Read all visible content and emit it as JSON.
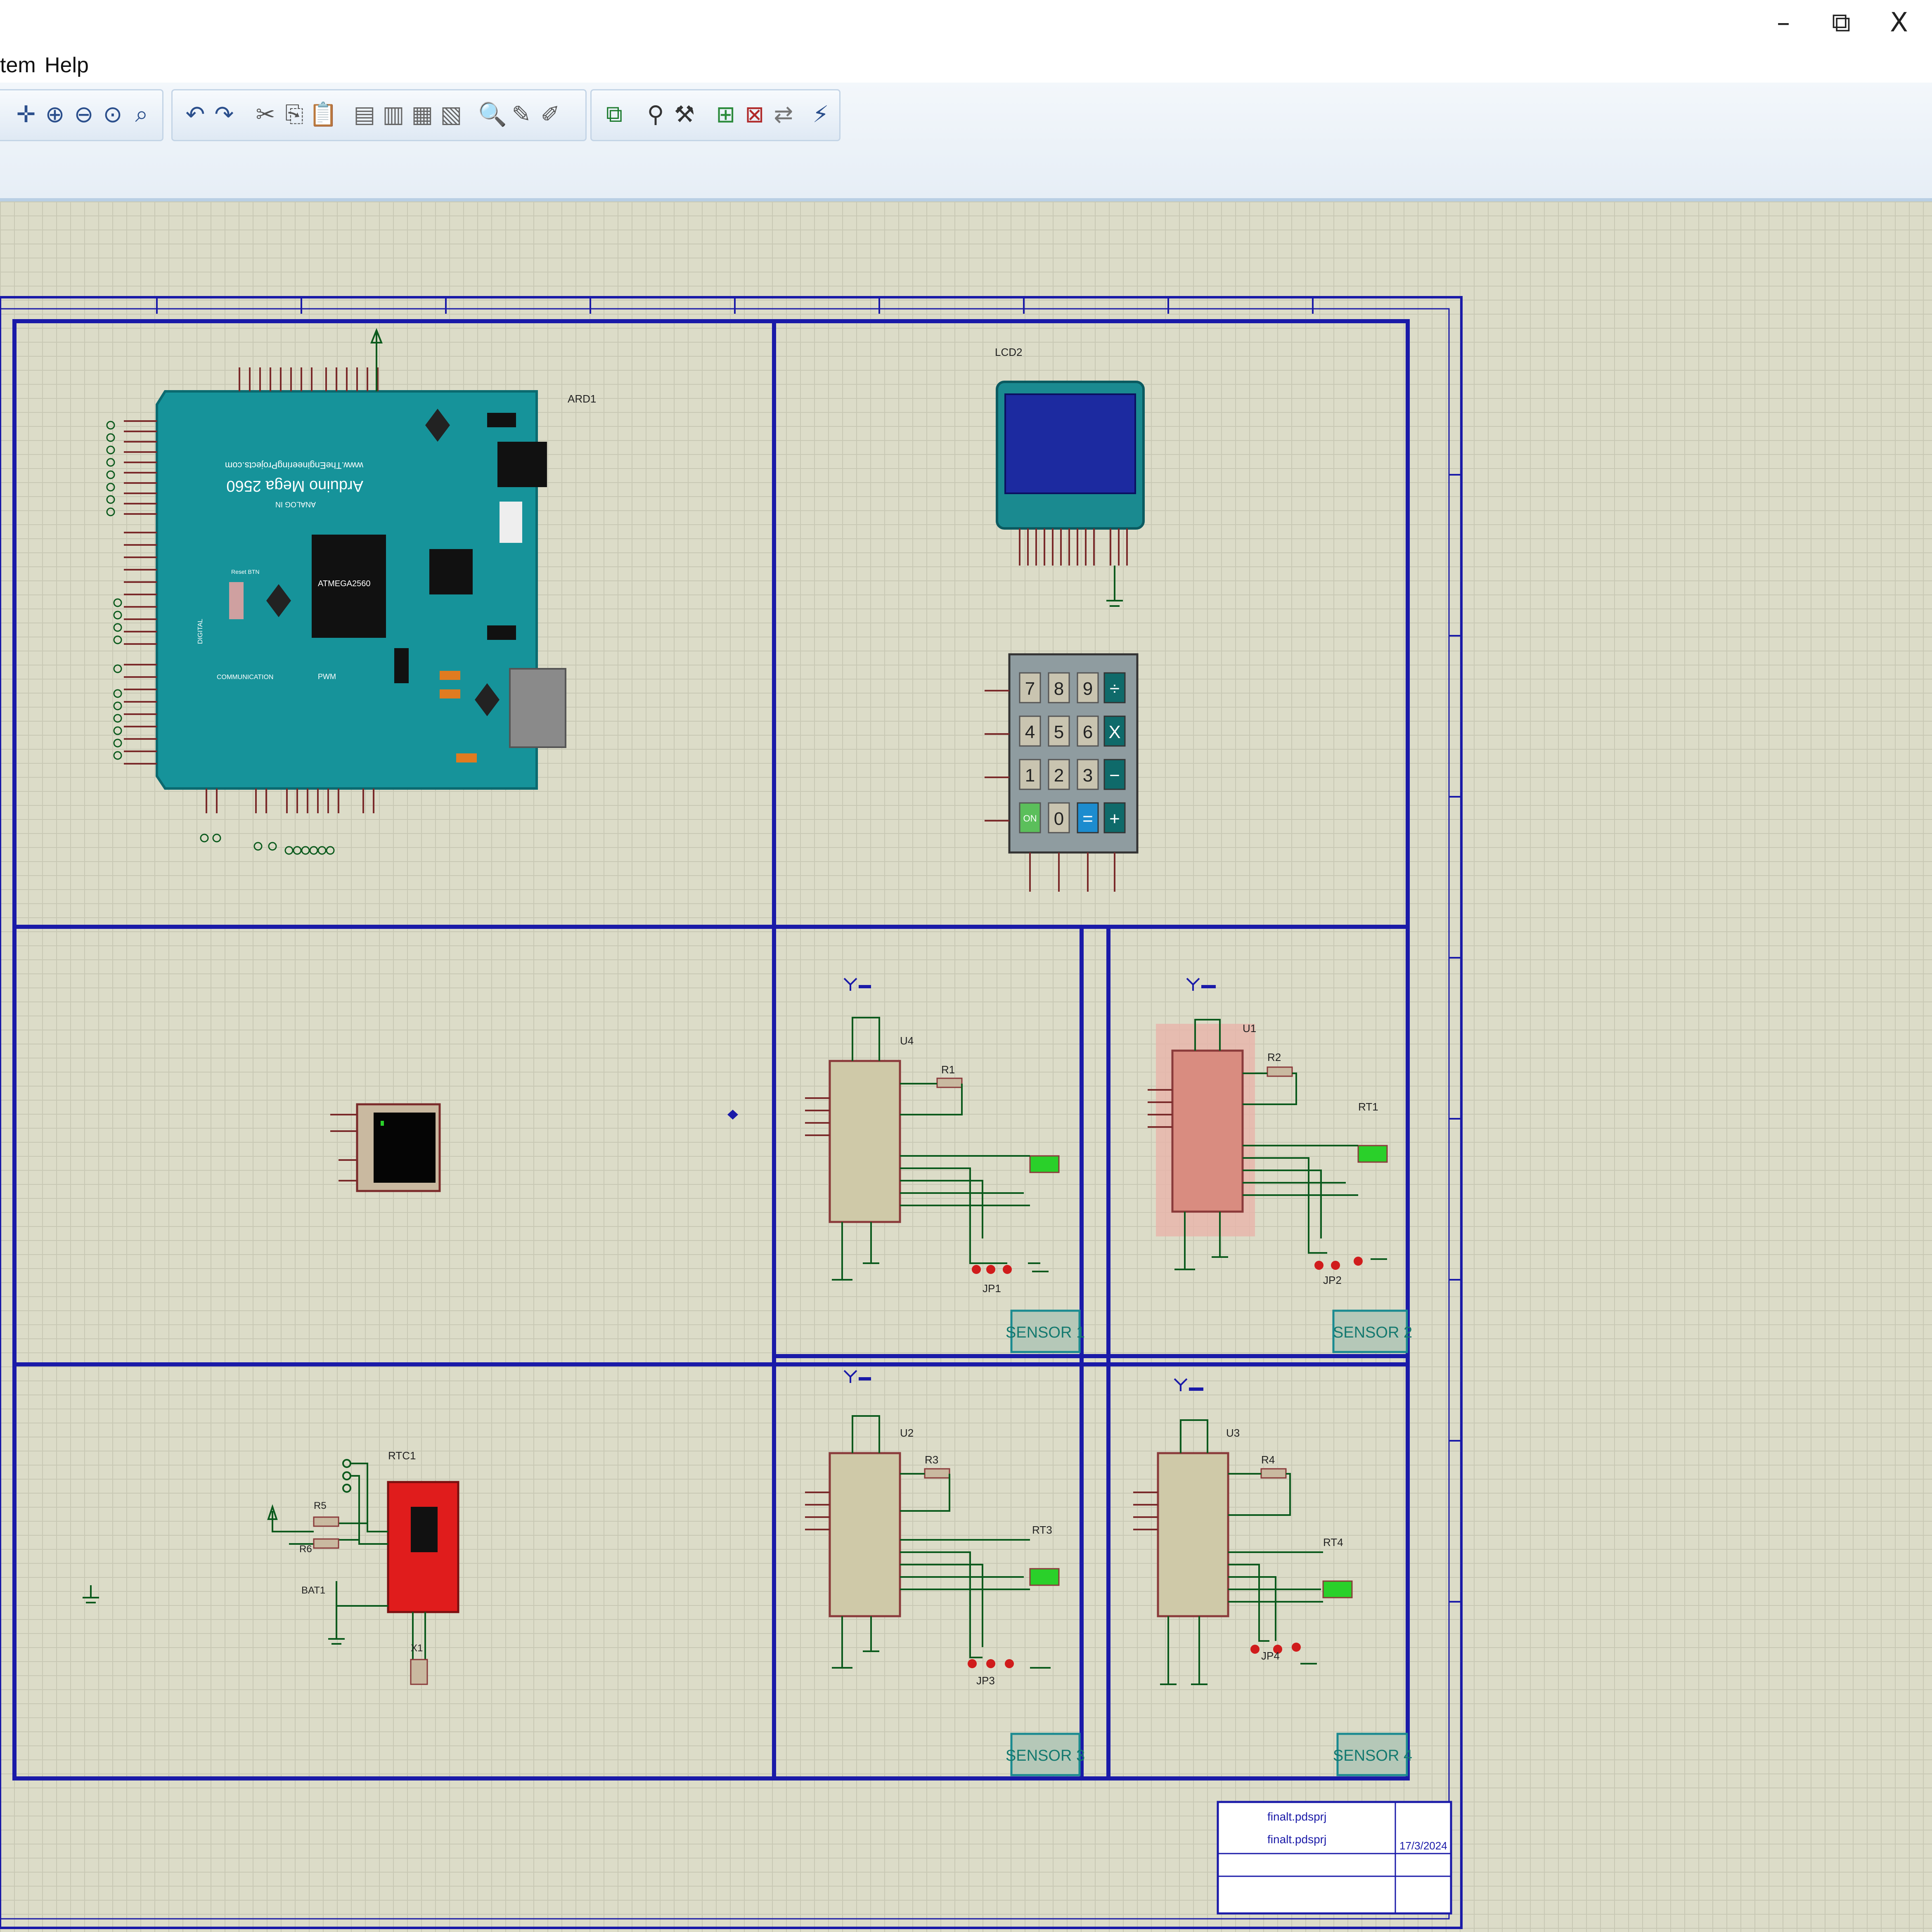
{
  "window": {
    "minimize": "–",
    "restore": "⧉",
    "close": "X"
  },
  "menu": {
    "items": [
      "tem",
      "Help"
    ]
  },
  "toolbar": {
    "icons": [
      "move-icon",
      "zoom-in-icon",
      "zoom-out-icon",
      "zoom-all-icon",
      "zoom-area-icon",
      "undo-icon",
      "redo-icon",
      "cut-icon",
      "copy-icon",
      "paste-icon",
      "block-copy-icon",
      "block-move-icon",
      "block-rotate-icon",
      "block-delete-icon",
      "pick-device-icon",
      "make-device-icon",
      "packaging-icon",
      "decompose-icon",
      "wire-autorouter-icon",
      "search-icon",
      "property-assign-icon",
      "new-sheet-icon",
      "remove-sheet-icon",
      "goto-sheet-icon",
      "bom-icon"
    ]
  },
  "schematic": {
    "arduino": {
      "ref": "ARD1",
      "name": "Arduino Mega 2560",
      "site": "www.TheEngineeringProjects.com",
      "chip": "ATMEGA2560",
      "analog": "ANALOG IN",
      "pwm": "PWM",
      "comm": "COMMUNICATION",
      "digital": "DIGITAL",
      "reset": "Reset BTN"
    },
    "lcd": {
      "ref": "LCD2"
    },
    "keypad": {
      "keys": [
        "7",
        "8",
        "9",
        "÷",
        "4",
        "5",
        "6",
        "X",
        "1",
        "2",
        "3",
        "−",
        "ON",
        "0",
        "=",
        "+"
      ]
    },
    "sensors": [
      {
        "label": "SENSOR 1",
        "ic": "U4",
        "res": "R1",
        "jp": "JP1",
        "rt": ""
      },
      {
        "label": "SENSOR 2",
        "ic": "U1",
        "res": "R2",
        "jp": "JP2",
        "rt": "RT1"
      },
      {
        "label": "SENSOR 3",
        "ic": "U2",
        "res": "R3",
        "jp": "JP3",
        "rt": "RT3"
      },
      {
        "label": "SENSOR 4",
        "ic": "U3",
        "res": "R4",
        "jp": "JP4",
        "rt": "RT4"
      }
    ],
    "rtc": {
      "ref": "RTC1",
      "r5": "R5",
      "r6": "R6",
      "bat": "BAT1",
      "xtal": "X1"
    },
    "titleblock": {
      "file1": "finalt.pdsprj",
      "file2": "finalt.pdsprj",
      "date": "17/3/2024"
    }
  },
  "colors": {
    "border_blue": "#1a1aa8",
    "board_teal": "#16939a",
    "ic_fill": "#cfc9a8",
    "ic_outline": "#8a3a3a",
    "wire_green": "#0b5a1d"
  }
}
